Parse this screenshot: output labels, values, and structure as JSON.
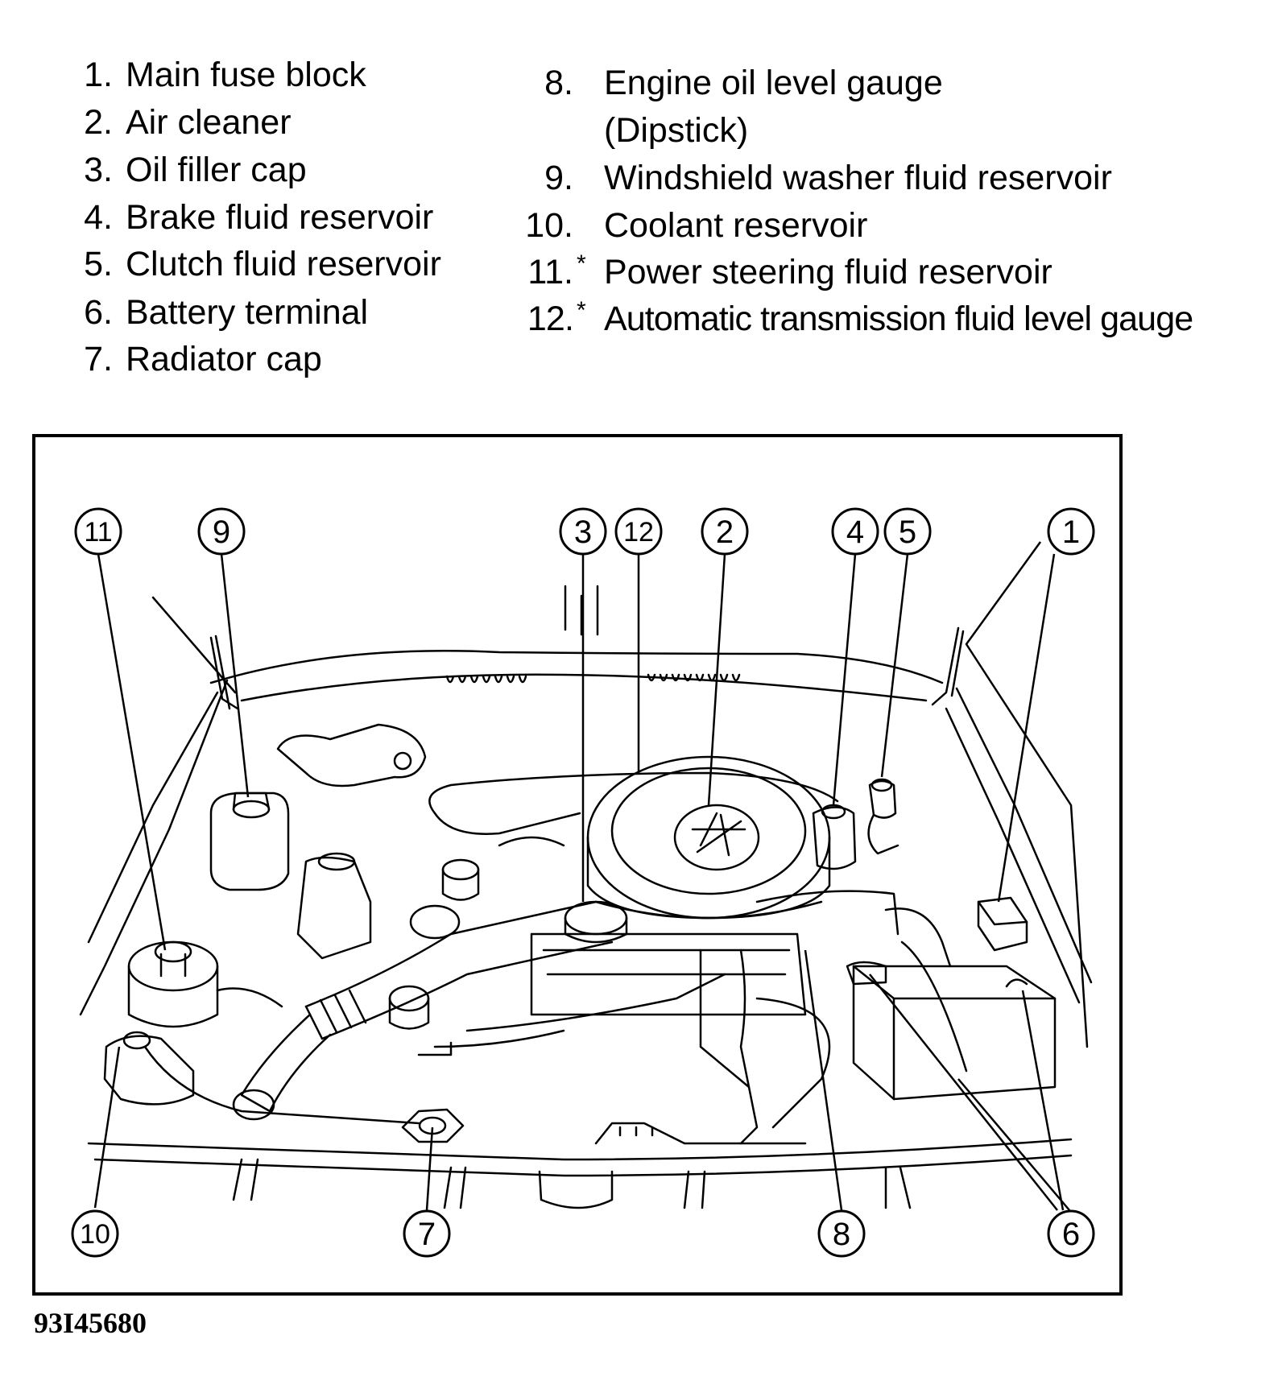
{
  "legend": {
    "left": [
      {
        "num": "1.",
        "text": "Main fuse block"
      },
      {
        "num": "2.",
        "text": "Air cleaner"
      },
      {
        "num": "3.",
        "text": "Oil filler cap"
      },
      {
        "num": "4.",
        "text": "Brake fluid reservoir"
      },
      {
        "num": "5.",
        "text": "Clutch fluid reservoir"
      },
      {
        "num": "6.",
        "text": "Battery terminal"
      },
      {
        "num": "7.",
        "text": "Radiator cap"
      }
    ],
    "right": [
      {
        "num": "8.",
        "text": "Engine oil level gauge",
        "text2": "(Dipstick)",
        "star": ""
      },
      {
        "num": "9.",
        "text": "Windshield washer fluid reservoir",
        "star": ""
      },
      {
        "num": "10.",
        "text": "Coolant reservoir",
        "star": ""
      },
      {
        "num": "11.",
        "text": "Power steering fluid reservoir",
        "star": "*"
      },
      {
        "num": "12.",
        "text": "Automatic transmission fluid level gauge",
        "star": "*"
      }
    ]
  },
  "callouts": {
    "c11": "11",
    "c9": "9",
    "c3": "3",
    "c12": "12",
    "c2": "2",
    "c4": "4",
    "c5": "5",
    "c1": "1",
    "c10": "10",
    "c7": "7",
    "c8": "8",
    "c6": "6"
  },
  "figure_id": "93I45680"
}
